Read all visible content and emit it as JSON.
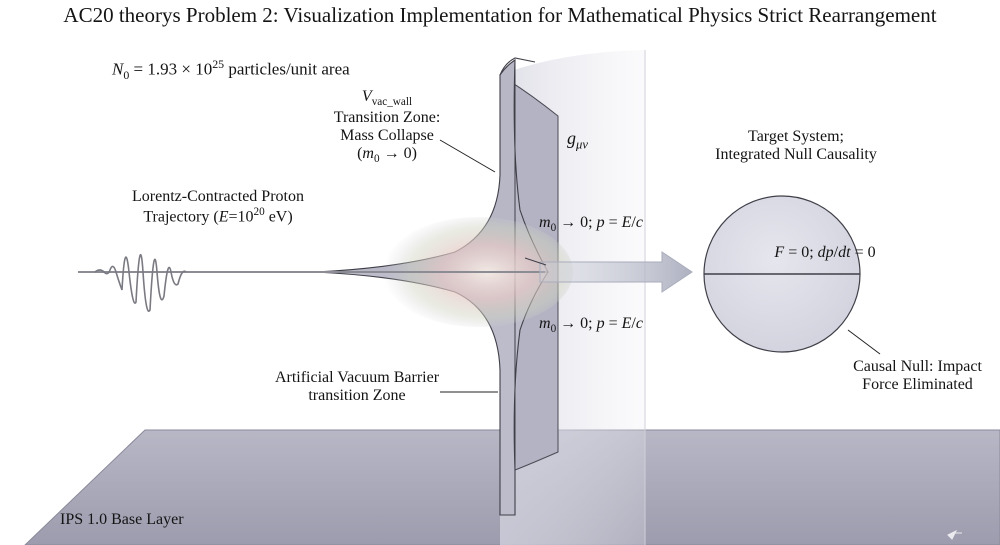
{
  "title": "AC20 theorys Problem 2: Visualization Implementation for Mathematical Physics Strict Rearrangement",
  "n0": {
    "symbol": "N",
    "sub": "0",
    "eq": " = 1.93 × 10",
    "exp": "25",
    "unit": " particles/unit area"
  },
  "transition_zone": {
    "symbol": "V",
    "sub": "vac_wall",
    "line1": "Transition Zone:",
    "line2": "Mass Collapse",
    "line3_a": "(",
    "line3_m": "m",
    "line3_sub": "0",
    "line3_b": " → 0)"
  },
  "proton": {
    "line1": "Lorentz-Contracted Proton",
    "line2_a": "Trajectory (",
    "line2_E": "E",
    "line2_b": "=10",
    "line2_exp": "20",
    "line2_c": " eV)"
  },
  "metric": {
    "symbol": "g",
    "sub": "μν"
  },
  "mass_rel": {
    "m": "m",
    "sub": "0",
    "a": " → 0; ",
    "p": "p",
    "eq": " = ",
    "E": "E",
    "slash": "/",
    "c": "c"
  },
  "target": {
    "line1": "Target System;",
    "line2": "Integrated Null Causality"
  },
  "force": {
    "F": "F",
    "a": " = 0; ",
    "d": "dp",
    "slash": "/",
    "dt": "dt",
    "b": " = 0"
  },
  "causal_null": {
    "line1": "Causal Null: Impact",
    "line2": "Force Eliminated"
  },
  "barrier": {
    "line1": "Artificial Vacuum Barrier",
    "line2": "transition Zone"
  },
  "base_layer": "IPS 1.0 Base Layer",
  "colors": {
    "floor": "#a9a9b9",
    "barrier": "#b9b8c7",
    "barrier_edge": "#4a4a54",
    "sphere": "#dcdce6",
    "arrow": "#b8bbc9",
    "beam": "#8c8c94",
    "text": "#141414"
  }
}
